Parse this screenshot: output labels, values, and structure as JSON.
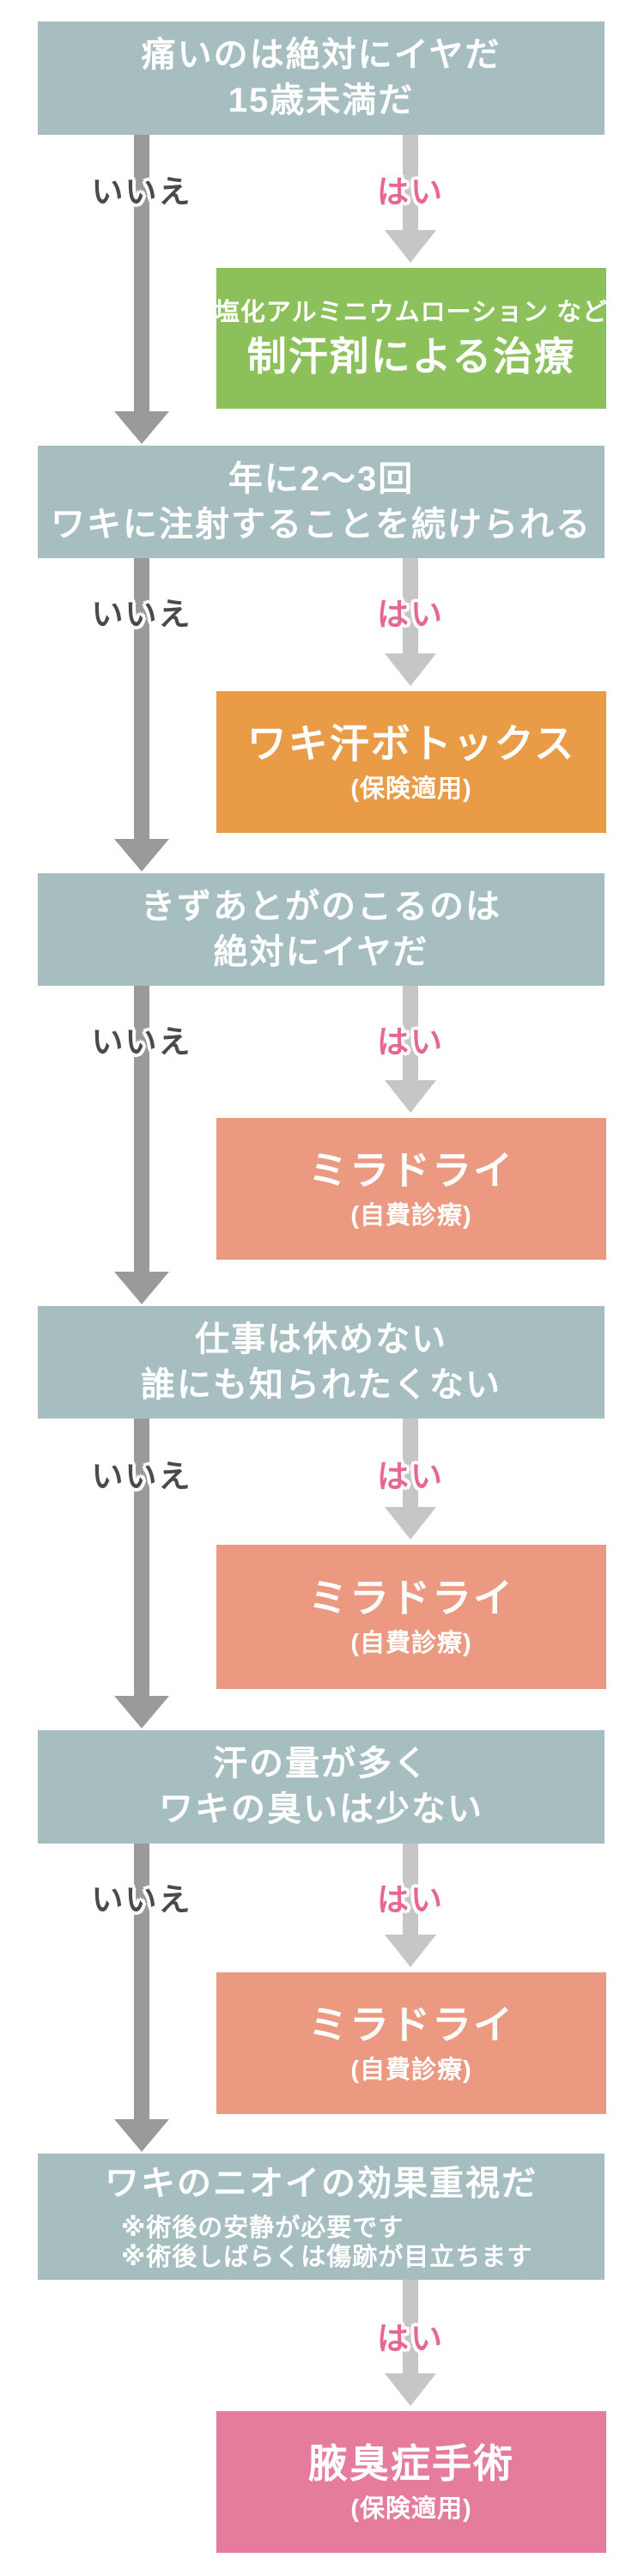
{
  "diagram": {
    "yes_label": "はい",
    "no_label": "いいえ",
    "colors": {
      "question_bg": "#a7bec0",
      "green": "#8cc05a",
      "orange": "#e99b46",
      "salmon": "#eb9a81",
      "pink": "#e67c9c",
      "yes_text": "#e6688f",
      "no_text": "#4a4a4a",
      "yes_arrow": "#c6c6c6",
      "no_arrow": "#9a9a9a",
      "question_text": "#ffffff",
      "result_text": "#ffffff",
      "page_bg": "#ffffff"
    },
    "steps": [
      {
        "question_lines": [
          "痛いのは絶対にイヤだ",
          "15歳未満だ"
        ],
        "notes": [],
        "has_no_branch": true,
        "result": {
          "pre_title": "塩化アルミニウムローション など",
          "title": "制汗剤による治療",
          "subtitle": "",
          "color_key": "green"
        }
      },
      {
        "question_lines": [
          "年に2〜3回",
          "ワキに注射することを続けられる"
        ],
        "notes": [],
        "has_no_branch": true,
        "result": {
          "pre_title": "",
          "title": "ワキ汗ボトックス",
          "subtitle": "(保険適用)",
          "color_key": "orange"
        }
      },
      {
        "question_lines": [
          "きずあとがのこるのは",
          "絶対にイヤだ"
        ],
        "notes": [],
        "has_no_branch": true,
        "result": {
          "pre_title": "",
          "title": "ミラドライ",
          "subtitle": "(自費診療)",
          "color_key": "salmon"
        }
      },
      {
        "question_lines": [
          "仕事は休めない",
          "誰にも知られたくない"
        ],
        "notes": [],
        "has_no_branch": true,
        "result": {
          "pre_title": "",
          "title": "ミラドライ",
          "subtitle": "(自費診療)",
          "color_key": "salmon"
        }
      },
      {
        "question_lines": [
          "汗の量が多く",
          "ワキの臭いは少ない"
        ],
        "notes": [],
        "has_no_branch": true,
        "result": {
          "pre_title": "",
          "title": "ミラドライ",
          "subtitle": "(自費診療)",
          "color_key": "salmon"
        }
      },
      {
        "question_lines": [
          "ワキのニオイの効果重視だ"
        ],
        "notes": [
          "※術後の安静が必要です",
          "※術後しばらくは傷跡が目立ちます"
        ],
        "has_no_branch": false,
        "result": {
          "pre_title": "",
          "title": "腋臭症手術",
          "subtitle": "(保険適用)",
          "color_key": "pink"
        }
      }
    ]
  }
}
